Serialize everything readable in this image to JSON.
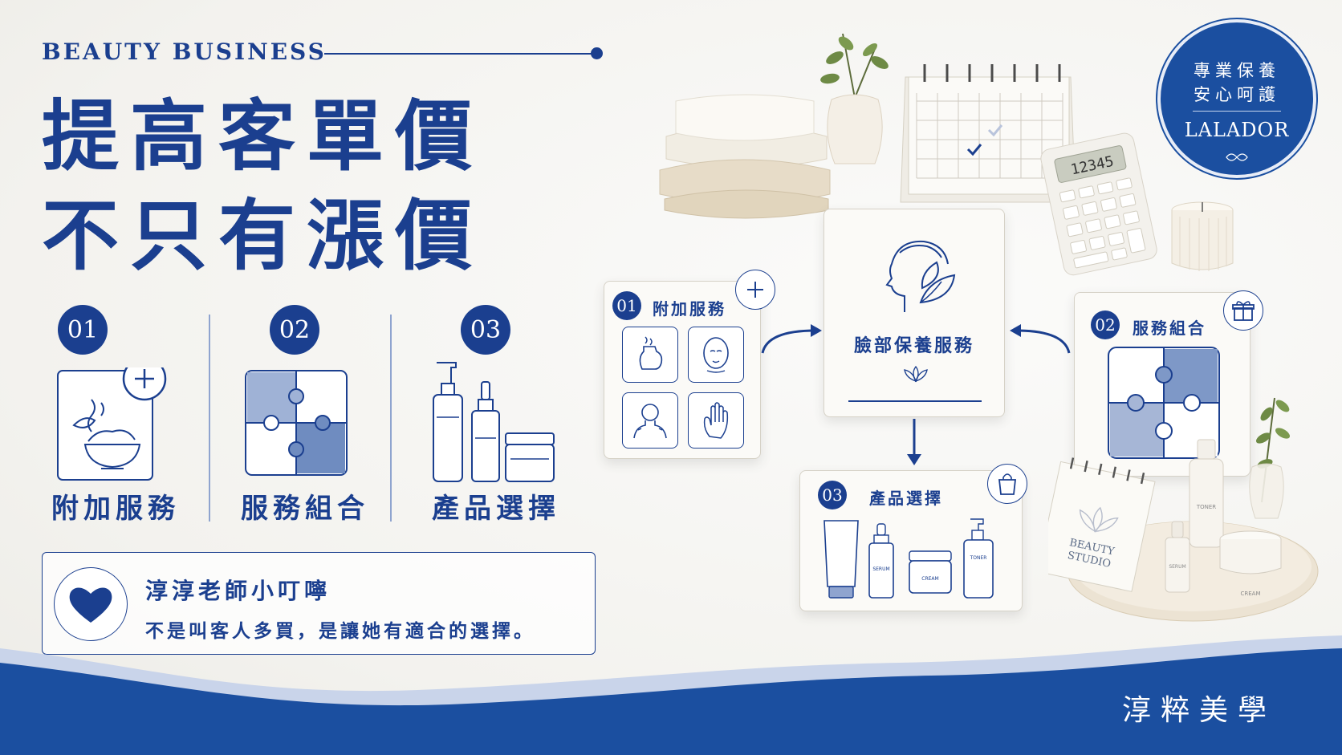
{
  "header": {
    "eyebrow": "BEAUTY BUSINESS",
    "headline_line1": "提高客單價",
    "headline_line2": "不只有漲價"
  },
  "steps": [
    {
      "number": "01",
      "label": "附加服務",
      "icon": "bowl-leaf-plus-icon"
    },
    {
      "number": "02",
      "label": "服務組合",
      "icon": "puzzle-icon"
    },
    {
      "number": "03",
      "label": "產品選擇",
      "icon": "bottles-icon"
    }
  ],
  "tip": {
    "icon": "heart-icon",
    "title": "淳淳老師小叮嚀",
    "text": "不是叫客人多買，是讓她有適合的選擇。"
  },
  "seal": {
    "line1": "專業保養",
    "line2": "安心呵護",
    "brand": "LALADOR"
  },
  "diagram": {
    "center": {
      "title": "臉部保養服務",
      "icon": "face-leaf-icon"
    },
    "addon": {
      "number": "01",
      "title": "附加服務",
      "corner_icon": "plus-icon",
      "tiles": [
        "pitcher-icon",
        "face-mask-icon",
        "neck-shoulder-icon",
        "hand-icon"
      ]
    },
    "combo": {
      "number": "02",
      "title": "服務組合",
      "corner_icon": "gift-icon"
    },
    "product": {
      "number": "03",
      "title": "產品選擇",
      "corner_icon": "shopping-bag-icon",
      "labels": [
        "SERUM",
        "CREAM",
        "TONER"
      ]
    }
  },
  "props": {
    "calculator_display": "12345",
    "notepad_text_1": "BEAUTY",
    "notepad_text_2": "STUDIO",
    "product_labels": [
      "TONER",
      "SERUM",
      "CREAM"
    ]
  },
  "footer": {
    "brand": "淳粹美學"
  },
  "colors": {
    "primary": "#1b3f8f",
    "accent_light": "#8fa4cf",
    "background": "#f6f5f2"
  }
}
